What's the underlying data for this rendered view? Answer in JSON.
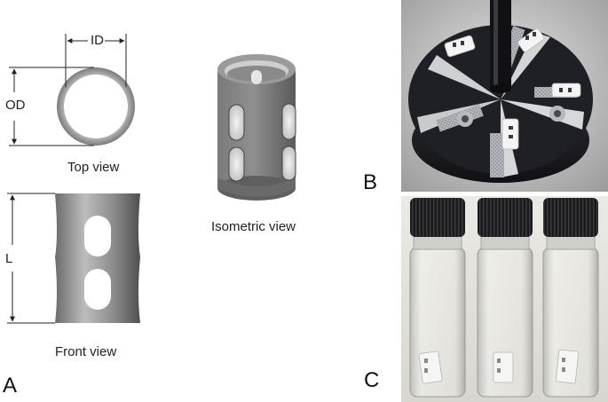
{
  "diagram": {
    "dimension_labels": {
      "inner_diameter": "ID",
      "outer_diameter": "OD",
      "length": "L"
    },
    "view_labels": {
      "top": "Top view",
      "front": "Front view",
      "isometric": "Isometric view"
    }
  },
  "panels": {
    "a": "A",
    "b": "B",
    "c": "C"
  },
  "colors": {
    "cylinder_mid": "#8c8c8c",
    "cylinder_dark": "#555555",
    "holder_black": "#1c1d22",
    "insert_white": "#f4f4f4",
    "cap_black": "#18181a"
  }
}
